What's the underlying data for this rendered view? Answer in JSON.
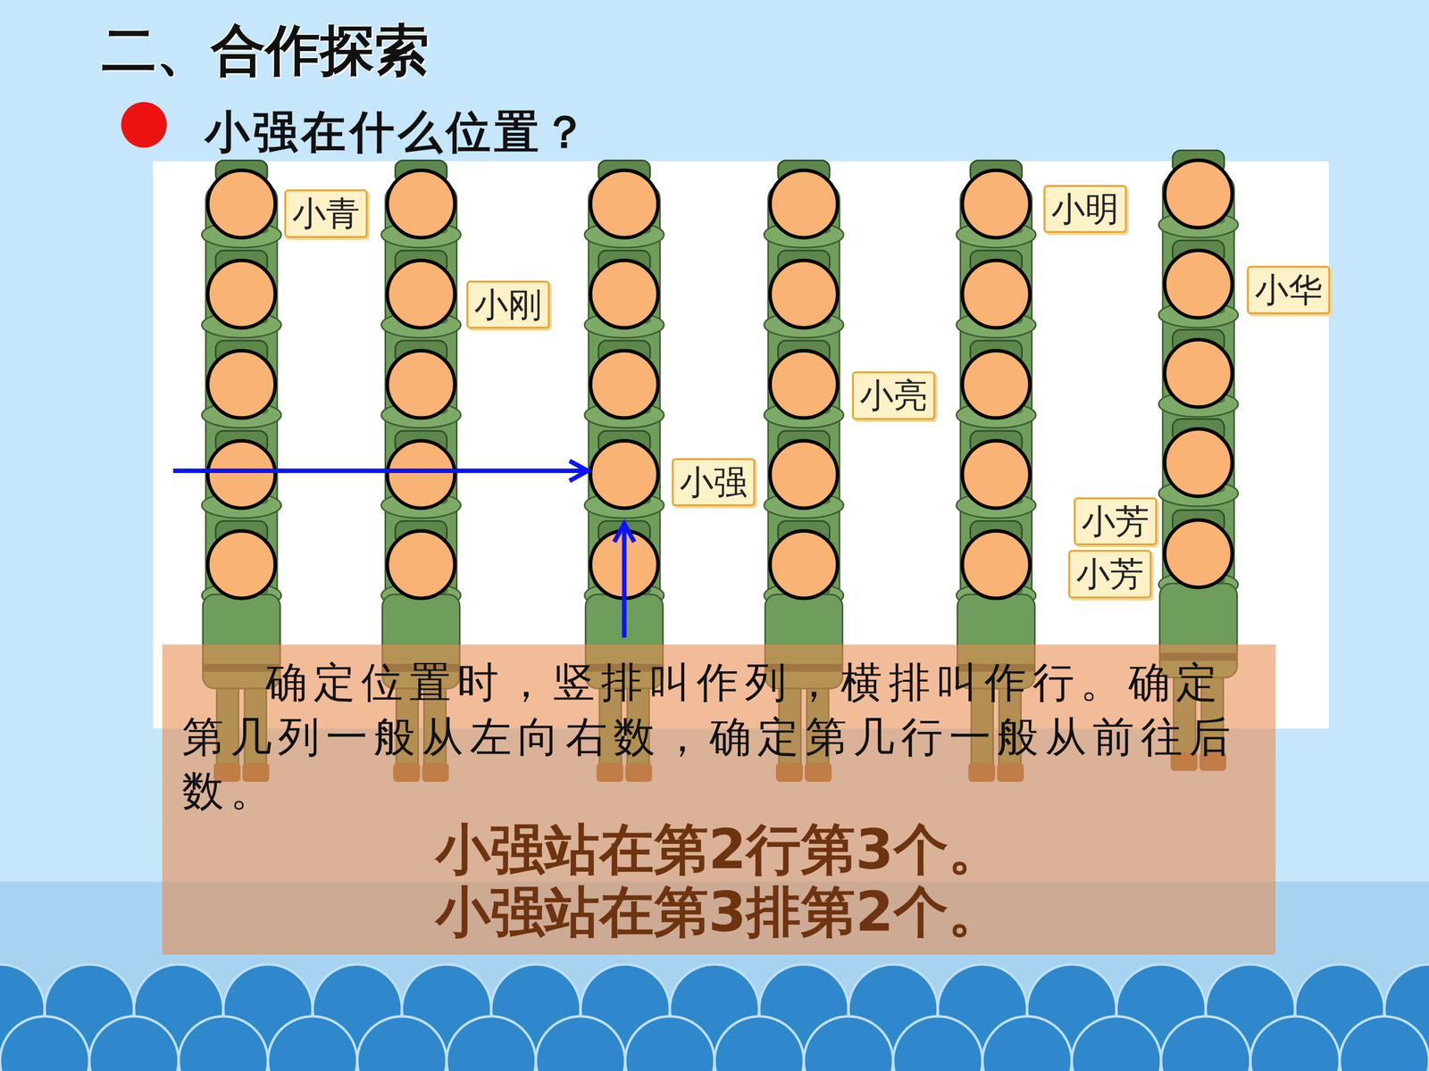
{
  "diagram": {
    "title": "二、合作探索",
    "nodes": [
      {
        "text": [
          "小青"
        ]
      },
      {
        "text": [
          "小明"
        ]
      },
      {
        "text": [
          "小刚"
        ]
      },
      {
        "text": [
          "小华"
        ]
      },
      {
        "text": [
          "小亮"
        ]
      },
      {
        "text": [
          "小强"
        ]
      },
      {
        "text": [
          "小芳"
        ]
      },
      {
        "text": [
          "小芳"
        ]
      },
      {
        "text": [
          "确定位置时，竖排叫作列，横排叫作行。确定第几列一般从左向右数，确定第几行一般从前往后数。",
          "小强站在第2行第3个。",
          "小强站在第3排第2个。"
        ]
      }
    ],
    "labels": [
      "小强在什么位置？"
    ]
  }
}
